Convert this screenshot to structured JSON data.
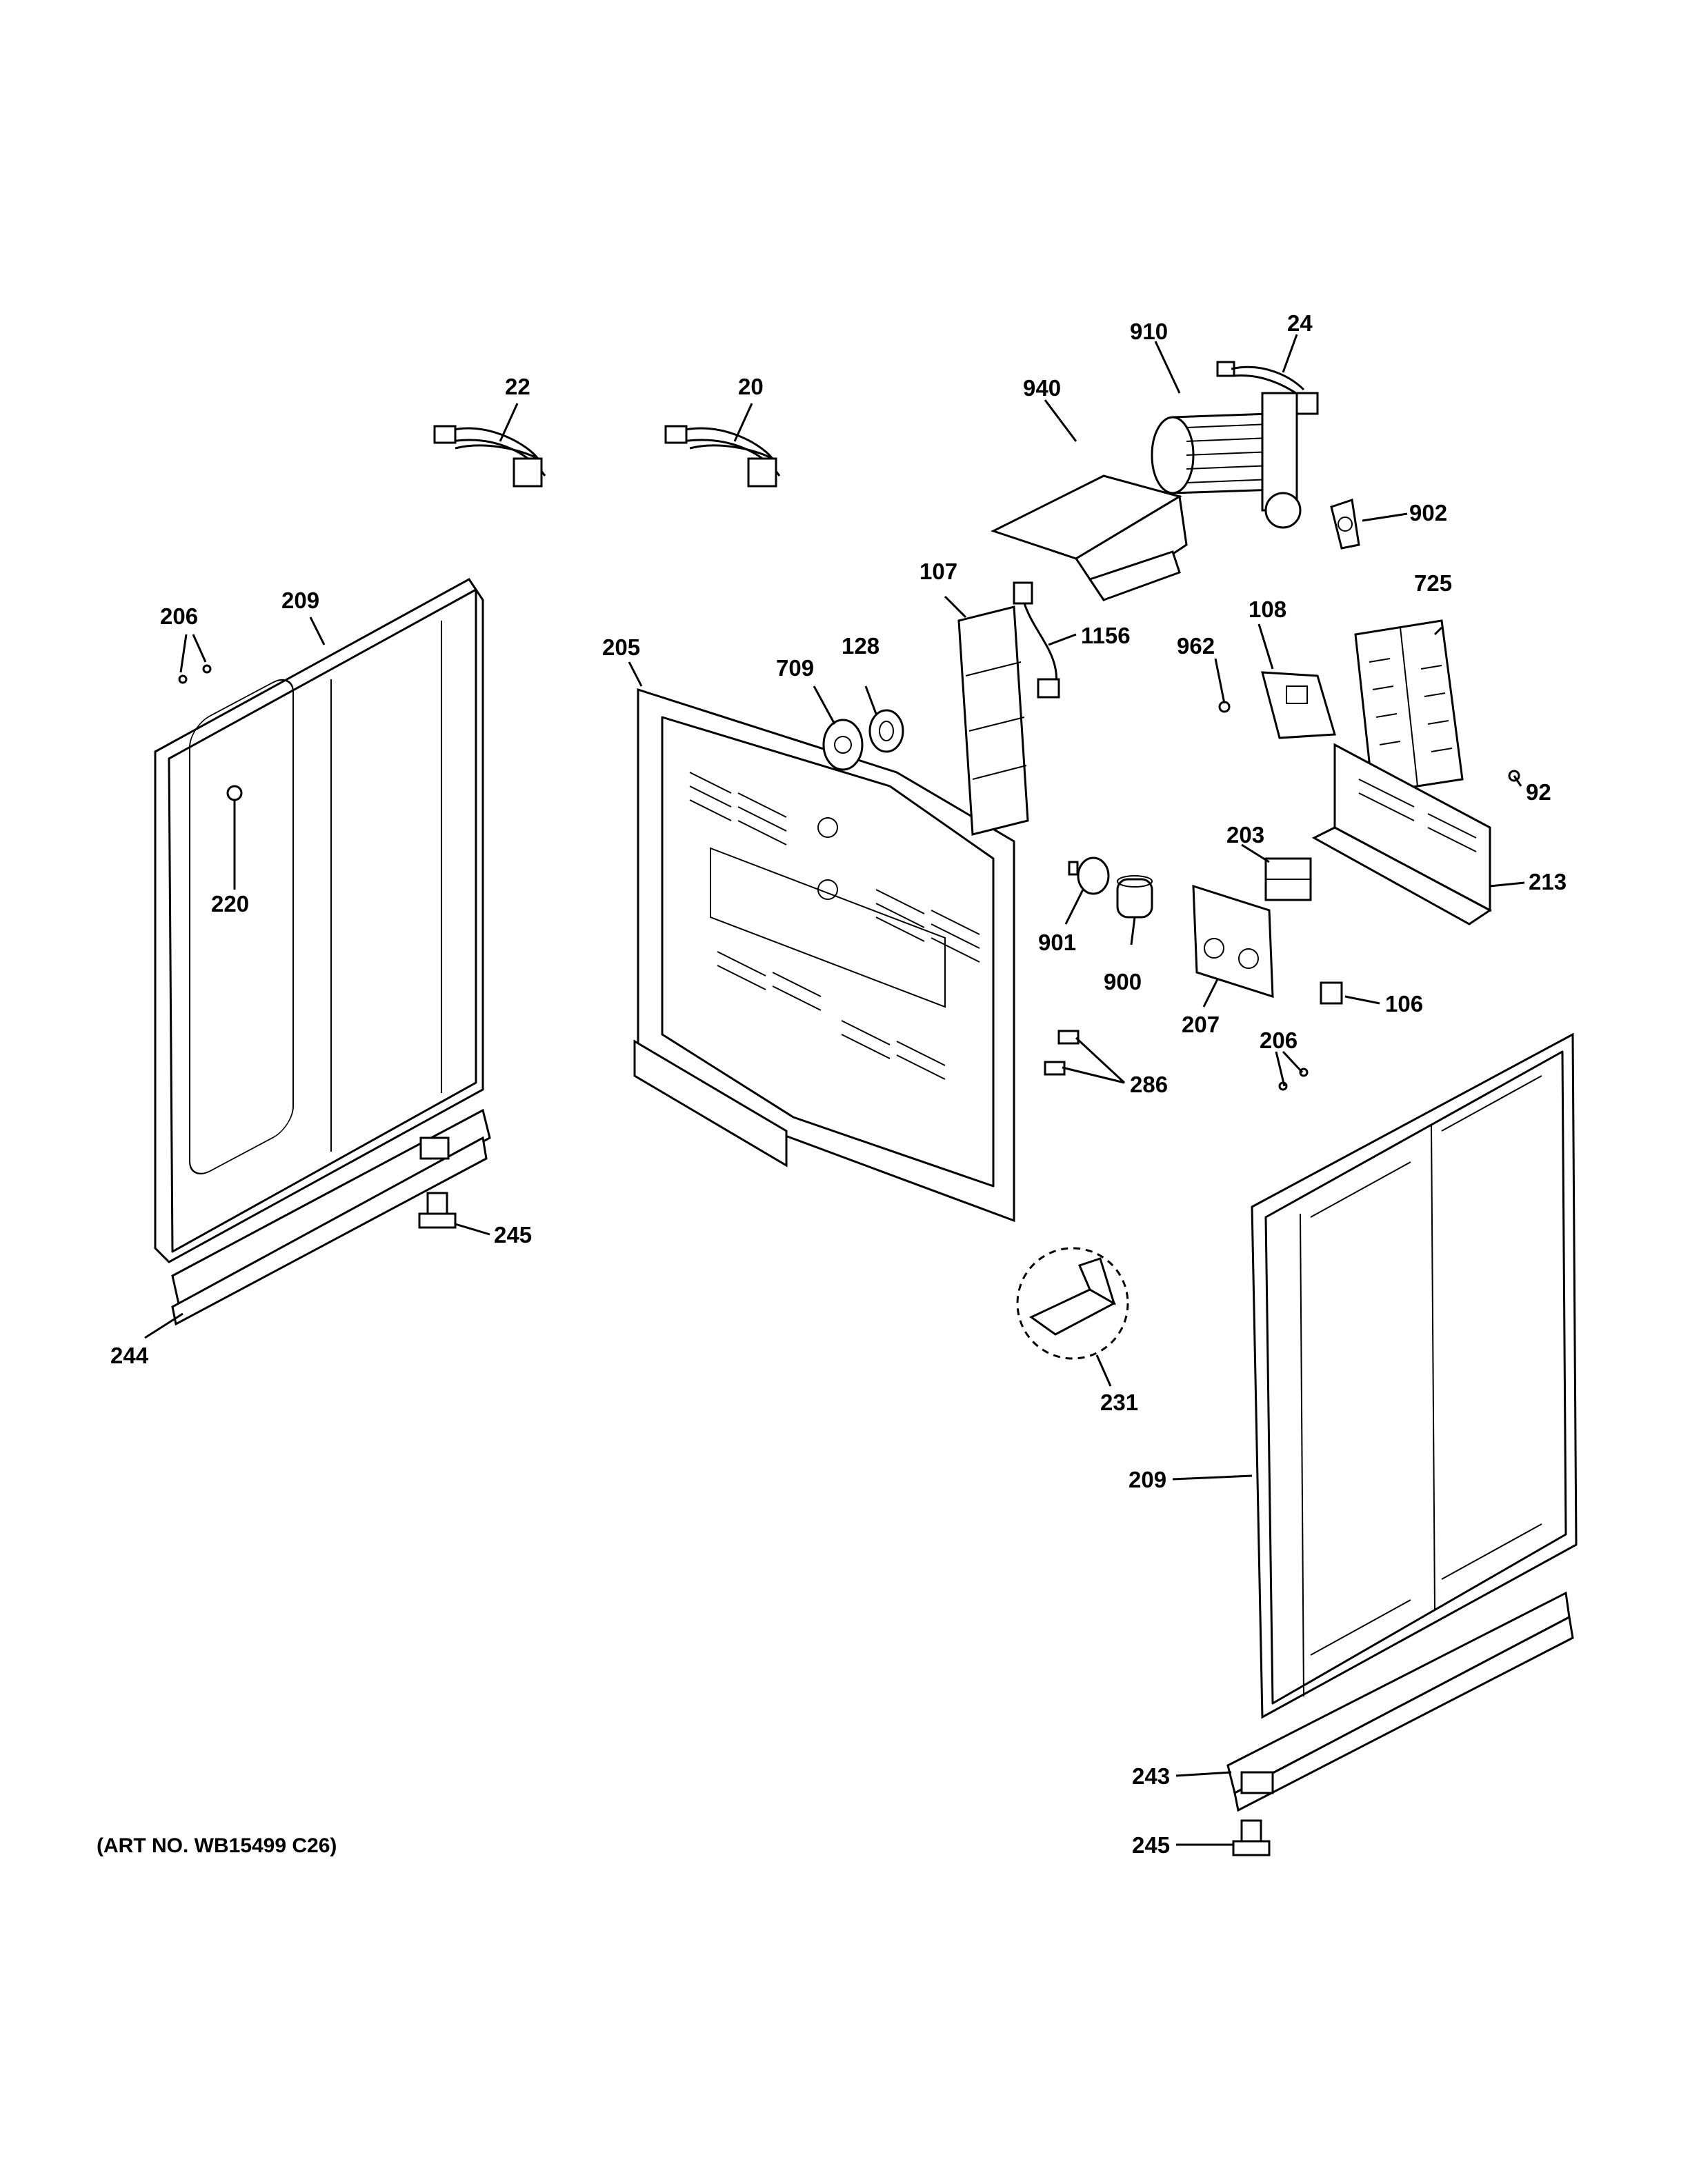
{
  "art_number": "(ART NO. WB15499 C26)",
  "callouts": {
    "c22": "22",
    "c20": "20",
    "c910": "910",
    "c24": "24",
    "c940": "940",
    "c902": "902",
    "c107": "107",
    "c1156": "1156",
    "c128": "128",
    "c709": "709",
    "c206a": "206",
    "c209a": "209",
    "c205": "205",
    "c962": "962",
    "c108": "108",
    "c725": "725",
    "c92": "92",
    "c220": "220",
    "c203": "203",
    "c213": "213",
    "c901": "901",
    "c900": "900",
    "c207": "207",
    "c106": "106",
    "c206b": "206",
    "c286": "286",
    "c245a": "245",
    "c244": "244",
    "c231": "231",
    "c209b": "209",
    "c243": "243",
    "c245b": "245"
  }
}
